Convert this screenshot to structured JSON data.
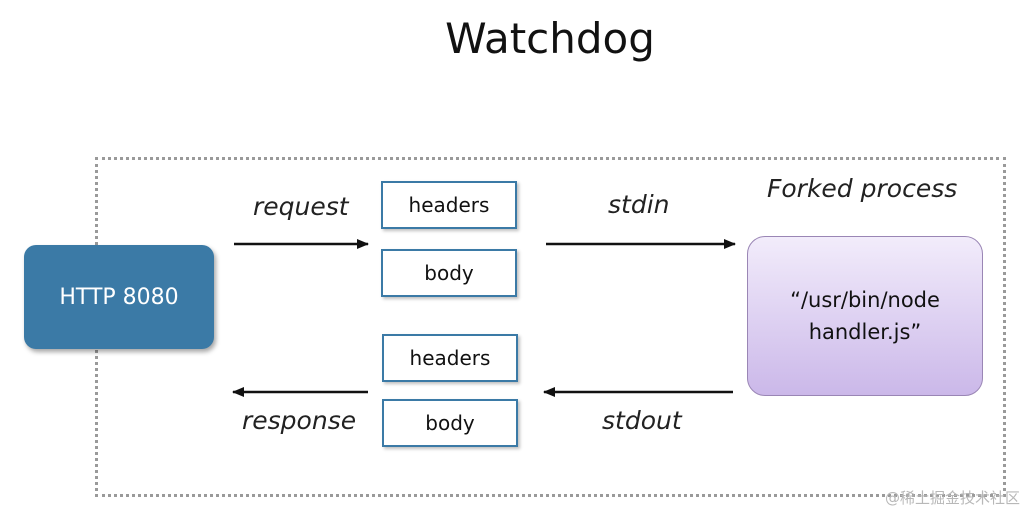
{
  "title": "Watchdog",
  "http_box": {
    "label": "HTTP 8080"
  },
  "forked_process": {
    "caption": "Forked process",
    "line1": "“/usr/bin/node",
    "line2": "handler.js”"
  },
  "request_side": {
    "label": "request",
    "headers": "headers",
    "body": "body"
  },
  "response_side": {
    "label": "response",
    "headers": "headers",
    "body": "body"
  },
  "stdin_label": "stdin",
  "stdout_label": "stdout",
  "watermark": "@稀土掘金技术社区",
  "colors": {
    "http_box": "#3b7aa6",
    "message_border": "#3b7aa6",
    "process_fill_top": "#f2ecfb",
    "process_fill_bottom": "#cbb8e9",
    "frame_border": "#9a9a9a"
  }
}
